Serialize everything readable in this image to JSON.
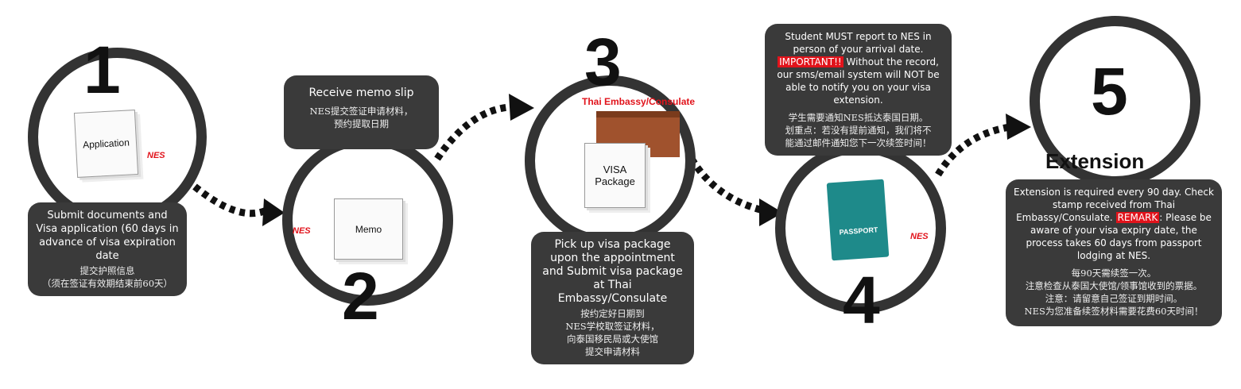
{
  "steps": [
    {
      "number": "1",
      "paper_label": "Application",
      "caption_en": "Submit documents and Visa application (60 days in advance of visa expiration date",
      "caption_zh": [
        "提交护照信息",
        "（须在签证有效期结束前60天）"
      ]
    },
    {
      "number": "2",
      "paper_label": "Memo",
      "caption_en": "Receive memo slip",
      "caption_zh": [
        "NES提交签证申请材料，",
        "预约提取日期"
      ]
    },
    {
      "number": "3",
      "paper_label": "VISA Package",
      "building_label": "Thai Embassy/Consulate",
      "caption_en": "Pick up visa package upon the appointment and Submit visa package at Thai Embassy/Consulate",
      "caption_zh": [
        "按约定好日期到",
        "NES学校取签证材料，",
        "向泰国移民局或大使馆",
        "提交申请材料"
      ]
    },
    {
      "number": "4",
      "passport_label": "PASSPORT",
      "caption_en_1": "Student MUST report to NES in person of your arrival date.",
      "important_tag": "IMPORTANT!!",
      "caption_en_2": "Without the record, our sms/email system will NOT be able to notify you on your visa extension.",
      "caption_zh": [
        "学生需要通知NES抵达泰国日期。",
        "划重点：若没有提前通知，我们将不",
        "能通过邮件通知您下一次续签时间！"
      ]
    },
    {
      "number": "5",
      "title": "Extension",
      "caption_en_1": "Extension is required every 90 day. Check stamp received from Thai Embassy/Consulate.",
      "remark_tag": "REMARK",
      "caption_en_2": ": Please be aware of your visa expiry date, the process takes 60 days from passport lodging at NES.",
      "caption_zh": [
        "每90天需续签一次。",
        "注意检查从泰国大使馆/领事馆收到的票据。",
        "注意：请留意自己签证到期时间。",
        "NES为您准备续签材料需要花费60天时间！"
      ]
    }
  ],
  "logo_text": "NES",
  "colors": {
    "ring": "#333333",
    "box": "#3a3a3a",
    "accent_red": "#e1131b",
    "passport": "#1e8a8a"
  }
}
